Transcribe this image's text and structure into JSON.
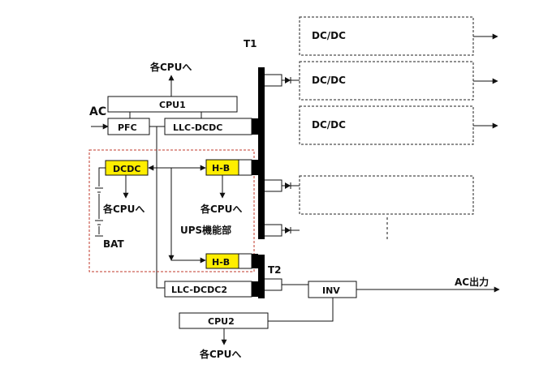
{
  "labels": {
    "t1": "T1",
    "t2": "T2",
    "ac_in": "AC",
    "cpu1": "CPU1",
    "cpu2": "CPU2",
    "pfc": "PFC",
    "llc1": "LLC-DCDC",
    "llc2": "LLC-DCDC2",
    "dcdc": "DCDC",
    "hb1": "H-B",
    "hb2": "H-B",
    "bat": "BAT",
    "ups": "UPS機能部",
    "inv": "INV",
    "ac_out": "AC出力",
    "to_cpu_top": "各CPUへ",
    "to_cpu_dcdc": "各CPUへ",
    "to_cpu_hb": "各CPUへ",
    "to_cpu_bottom": "各CPUへ",
    "dc1": "DC/DC",
    "dc2": "DC/DC",
    "dc3": "DC/DC"
  },
  "colors": {
    "highlight": "#ffee00",
    "ups_border": "#c0392b",
    "line": "#111111"
  }
}
